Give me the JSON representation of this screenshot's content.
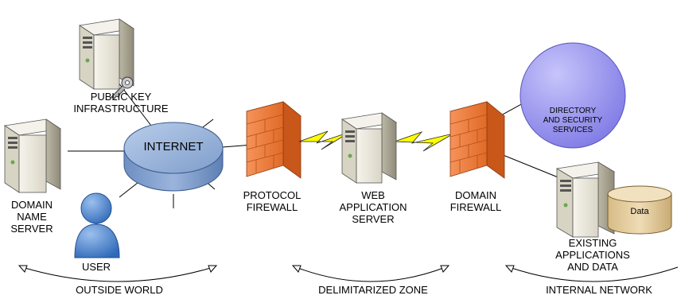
{
  "nodes": {
    "pki": {
      "lines": [
        "PUBLIC KEY",
        "INFRASTRUCTURE"
      ]
    },
    "internet": {
      "label": "INTERNET"
    },
    "dns": {
      "lines": [
        "DOMAIN",
        "NAME",
        "SERVER"
      ]
    },
    "user": {
      "label": "USER"
    },
    "protocol_firewall": {
      "lines": [
        "PROTOCOL",
        "FIREWALL"
      ]
    },
    "web_server": {
      "lines": [
        "WEB",
        "APPLICATION",
        "SERVER"
      ]
    },
    "domain_firewall": {
      "lines": [
        "DOMAIN",
        "FIREWALL"
      ]
    },
    "directory": {
      "lines": [
        "DIRECTORY",
        "AND SECURITY",
        "SERVICES"
      ]
    },
    "existing": {
      "lines": [
        "EXISTING",
        "APPLICATIONS",
        "AND DATA"
      ]
    },
    "data_store": {
      "label": "Data"
    }
  },
  "zones": {
    "outside": {
      "label": "OUTSIDE WORLD"
    },
    "dmz": {
      "label": "DELIMITARIZED ZONE"
    },
    "internal": {
      "label": "INTERNAL NETWORK"
    }
  },
  "colors": {
    "server_body": "#ece9dc",
    "internet": "#8aa8d3",
    "firewall": "#ee7d3a",
    "lightning": "#ffff00",
    "directory": "#9a96f0",
    "data_store": "#e8d2a6",
    "user": "#4f86cf"
  }
}
